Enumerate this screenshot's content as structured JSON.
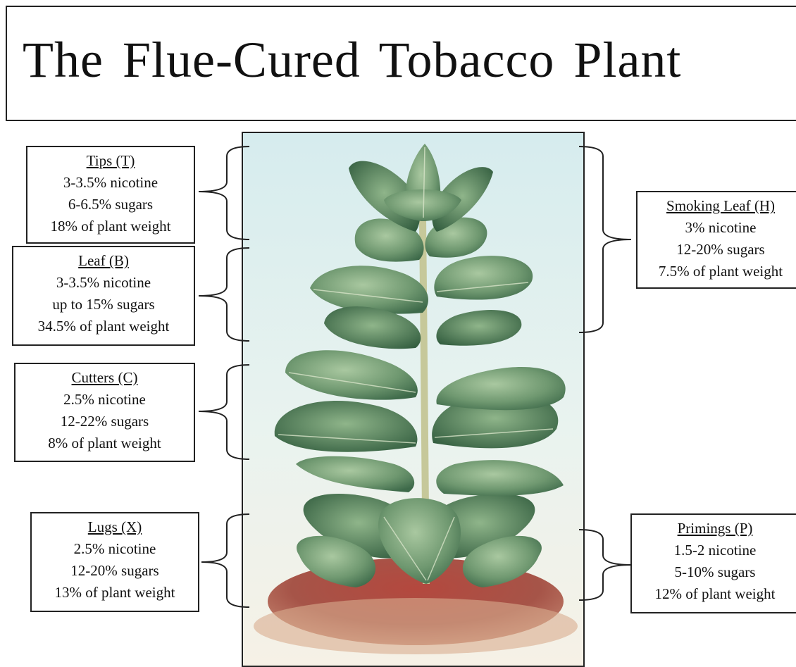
{
  "title": "The Flue-Cured Tobacco Plant",
  "labels": {
    "tips": {
      "name": "Tips (T)",
      "nicotine": "3-3.5% nicotine",
      "sugars": "6-6.5% sugars",
      "weight": "18% of plant weight"
    },
    "leaf": {
      "name": "Leaf (B)",
      "nicotine": "3-3.5% nicotine",
      "sugars": "up to 15% sugars",
      "weight": "34.5% of plant weight"
    },
    "cutters": {
      "name": "Cutters (C)",
      "nicotine": "2.5% nicotine",
      "sugars": "12-22% sugars",
      "weight": "8% of plant weight"
    },
    "lugs": {
      "name": "Lugs (X)",
      "nicotine": "2.5% nicotine",
      "sugars": "12-20% sugars",
      "weight": "13% of plant weight"
    },
    "smoking": {
      "name": "Smoking Leaf (H)",
      "nicotine": "3% nicotine",
      "sugars": "12-20% sugars",
      "weight": "7.5% of plant weight"
    },
    "primings": {
      "name": "Primings (P)",
      "nicotine": "1.5-2 nicotine",
      "sugars": "5-10% sugars",
      "weight": "12% of plant weight"
    }
  }
}
